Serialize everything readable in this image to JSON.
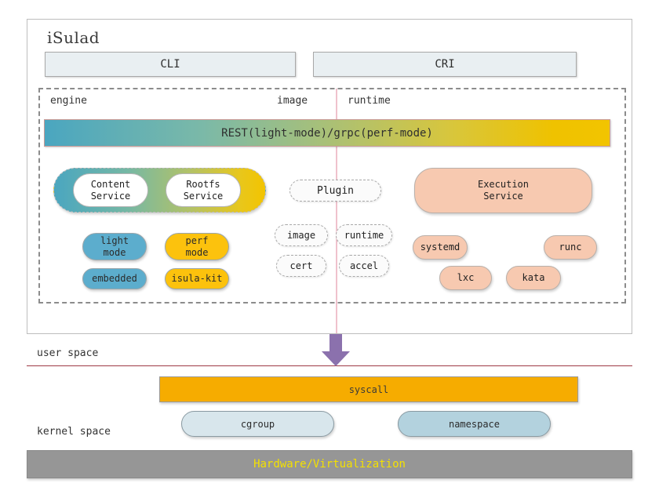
{
  "diagram": {
    "title": "iSulad",
    "api_boxes": [
      {
        "label": "CLI"
      },
      {
        "label": "CRI"
      }
    ],
    "lanes": [
      {
        "label": "engine"
      },
      {
        "label": "image"
      },
      {
        "label": "runtime"
      }
    ],
    "transport_bar": {
      "label": "REST(light-mode)/grpc(perf-mode)"
    },
    "engine": {
      "service_group": [
        {
          "label_line1": "Content",
          "label_line2": "Service"
        },
        {
          "label_line1": "Rootfs",
          "label_line2": "Service"
        }
      ],
      "modes": [
        {
          "label_line1": "light",
          "label_line2": "mode",
          "color": "#5cadcd"
        },
        {
          "label_line1": "perf",
          "label_line2": "mode",
          "color": "#fcc20d"
        },
        {
          "label_line1": "embedded",
          "label_line2": "",
          "color": "#5cadcd"
        },
        {
          "label_line1": "isula-kit",
          "label_line2": "",
          "color": "#fcc20d"
        }
      ]
    },
    "image": {
      "plugin_main": "Plugin",
      "plugins": [
        {
          "label": "image"
        },
        {
          "label": "runtime"
        },
        {
          "label": "cert"
        },
        {
          "label": "accel"
        }
      ]
    },
    "runtime": {
      "execution_service": {
        "label_line1": "Execution",
        "label_line2": "Service"
      },
      "runtimes": [
        {
          "label": "systemd"
        },
        {
          "label": "runc"
        },
        {
          "label": "lxc"
        },
        {
          "label": "kata"
        }
      ]
    },
    "spaces": {
      "user_space": "user space",
      "kernel_space": "kernel space"
    },
    "syscall": {
      "label": "syscall"
    },
    "kernel_components": [
      {
        "label": "cgroup",
        "color": "#d8e6ec"
      },
      {
        "label": "namespace",
        "color": "#b3d2de"
      }
    ],
    "hardware": {
      "label": "Hardware/Virtualization"
    },
    "colors": {
      "gradient_start": "#4aa6c0",
      "gradient_end": "#f2c400",
      "salmon": "#f7c9b0",
      "arrow_purple": "#8b71ad",
      "syscall_orange": "#f6ac00",
      "hardware_grey": "#969696",
      "hardware_text": "#f4e100",
      "divider_pink": "#efc2cd",
      "boundary_line": "#9e3a46"
    }
  }
}
